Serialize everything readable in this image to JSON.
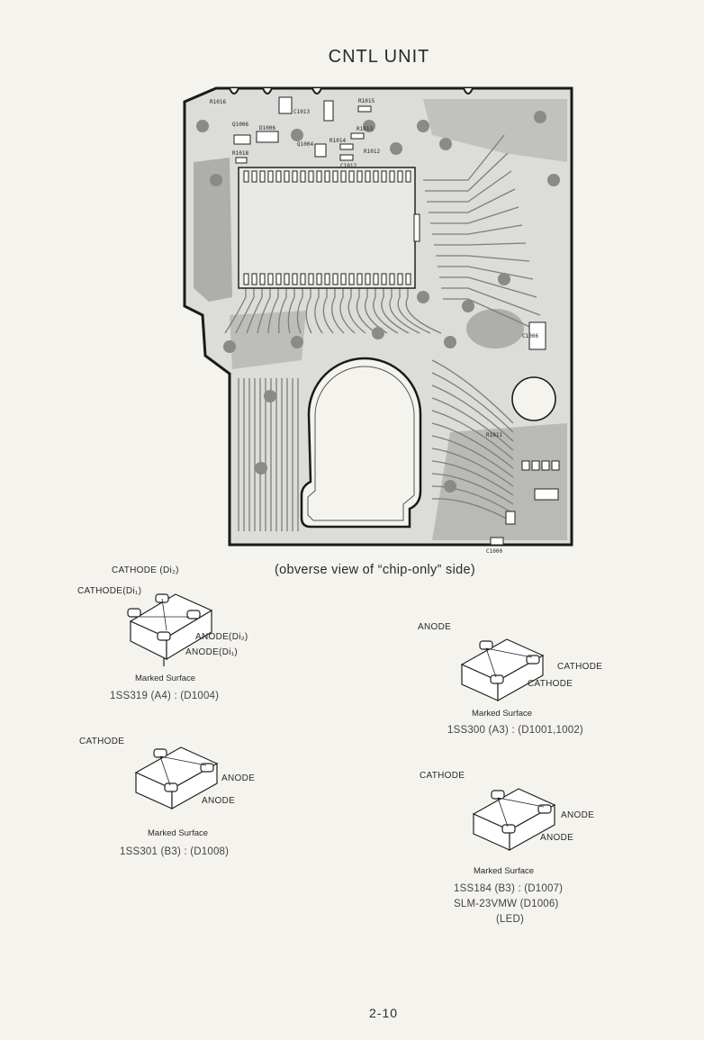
{
  "title": "CNTL UNIT",
  "caption": "(obverse view of “chip-only” side)",
  "page_number": "2-10",
  "pcb": {
    "reference_labels": [
      "R1016",
      "R1015",
      "R1014",
      "R1013",
      "R1012",
      "R1011",
      "R1018",
      "Q1006",
      "D1006",
      "Q1004",
      "C1012",
      "C1013",
      "C1006",
      "C1000"
    ],
    "colors": {
      "board": "#dcdcd8",
      "copper": "#9a9a98",
      "outline": "#1a1a1a"
    }
  },
  "packages": [
    {
      "part": "1SS319 (A4) : (D1004)",
      "marked_surface": "Marked Surface",
      "pins": [
        "CATHODE (Di₂)",
        "CATHODE(Di₁)",
        "ANODE(Di₂)",
        "ANODE(Di₁)"
      ]
    },
    {
      "part": "1SS300 (A3) : (D1001,1002)",
      "marked_surface": "Marked Surface",
      "pins": [
        "ANODE",
        "CATHODE",
        "CATHODE"
      ]
    },
    {
      "part": "1SS301 (B3) : (D1008)",
      "marked_surface": "Marked Surface",
      "pins": [
        "CATHODE",
        "ANODE",
        "ANODE"
      ]
    },
    {
      "part": "1SS184 (B3) : (D1007)",
      "part2": "SLM-23VMW (D1006)",
      "part3": "(LED)",
      "marked_surface": "Marked Surface",
      "pins": [
        "CATHODE",
        "ANODE",
        "ANODE"
      ]
    }
  ]
}
